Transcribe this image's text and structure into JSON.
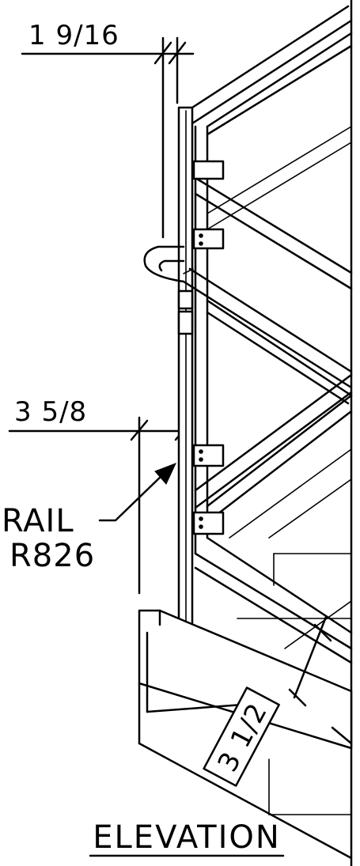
{
  "dimensions": {
    "top": "1 9/16",
    "middle": "3 5/8",
    "bottom": "3 1/2"
  },
  "callout": {
    "line1": "RAIL",
    "line2": "R826"
  },
  "title": "ELEVATION"
}
